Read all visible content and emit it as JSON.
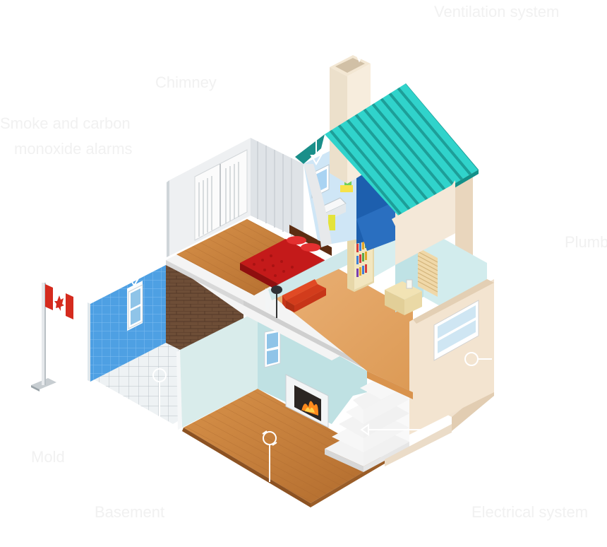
{
  "labels": {
    "top_right": "Ventilation system",
    "chimney": "Chimney",
    "left_upper_1": "Smoke and carbon",
    "left_upper_2": "monoxide alarms",
    "right_mid": "Plumbing",
    "left_lower": "Mold",
    "bottom_left": "Basement",
    "bottom_right": "Electrical system"
  },
  "colors": {
    "roof": "#2fd0c8",
    "roof_dark": "#1a9f99",
    "floor_wood": "#c9843f",
    "ground_floor": "#e3a35d",
    "wall_light": "#e8f3f2",
    "wall_blue": "#4ea0e3",
    "brick": "#6b4c36",
    "bed_red": "#c41a1a",
    "flag_red": "#d52b1e"
  },
  "icons": {
    "flag": "canada-flag-icon",
    "fire": "fireplace-fire-icon"
  }
}
